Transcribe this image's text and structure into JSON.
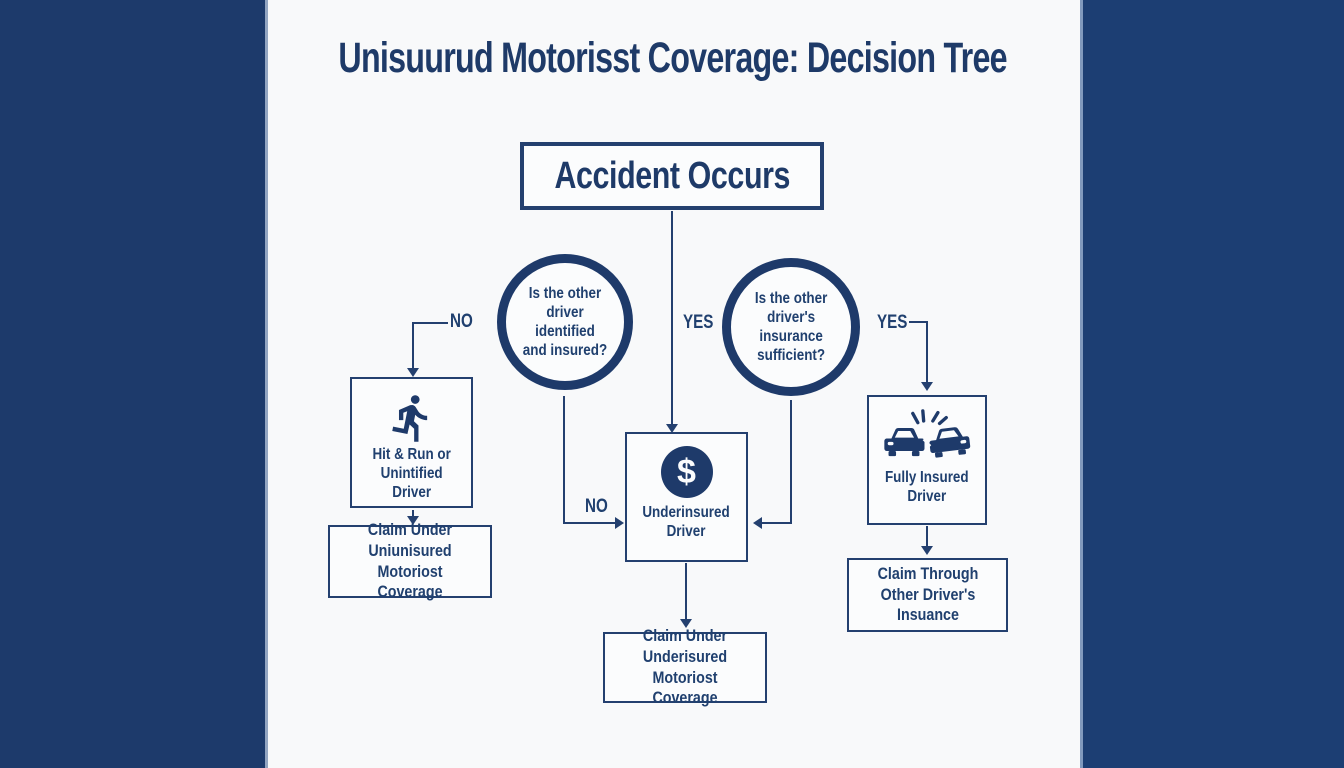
{
  "title": "Unisuurud Motorisst Coverage: Decision Tree",
  "colors": {
    "navy_text": "#1e3a68",
    "left_bar": "#1d3a6b",
    "right_bar": "#1c3e73",
    "panel_background": "#f8f9fa"
  },
  "flowchart": {
    "root": {
      "label": "Accident Occurs"
    },
    "decisions": {
      "left": {
        "label": "Is the other driver identified and insured?",
        "lines": [
          "Is the other",
          "driver identified",
          "and insured?"
        ]
      },
      "right": {
        "label": "Is the other driver's insurance sufficient?",
        "lines": [
          "Is the other",
          "driver's",
          "insurance",
          "sufficient?"
        ]
      }
    },
    "edge_labels": {
      "no_to_hit_run": "NO",
      "yes_to_underinsured": "YES",
      "no_to_underinsured": "NO",
      "yes_to_fully_insured": "YES"
    },
    "nodes": {
      "hit_run": {
        "icon": "running-person",
        "label": "Hit & Run or Unintified Driver",
        "lines": [
          "Hit & Run or",
          "Unintified",
          "Driver"
        ]
      },
      "underinsured": {
        "icon": "dollar-sign",
        "symbol": "$",
        "label": "Underinsured Driver",
        "lines": [
          "Underinsured",
          "Driver"
        ]
      },
      "fully_insured": {
        "icon": "car-crash",
        "label": "Fully Insured Driver",
        "lines": [
          "Fully Insured",
          "Driver"
        ]
      }
    },
    "outcomes": {
      "uninsured_claim": {
        "label": "Claim Under Uniunisured Motoriost Coverage",
        "lines": [
          "Claim Under",
          "Uniunisured Motoriost",
          "Coverage"
        ]
      },
      "underinsured_claim": {
        "label": "Claim Under Underisured Motoriost Coverage",
        "lines": [
          "Claim Under",
          "Underisured Motoriost",
          "Coverage"
        ]
      },
      "other_driver_claim": {
        "label": "Claim Through Other Driver's Insuance",
        "lines": [
          "Claim Through",
          "Other Driver's",
          "Insuance"
        ]
      }
    }
  }
}
